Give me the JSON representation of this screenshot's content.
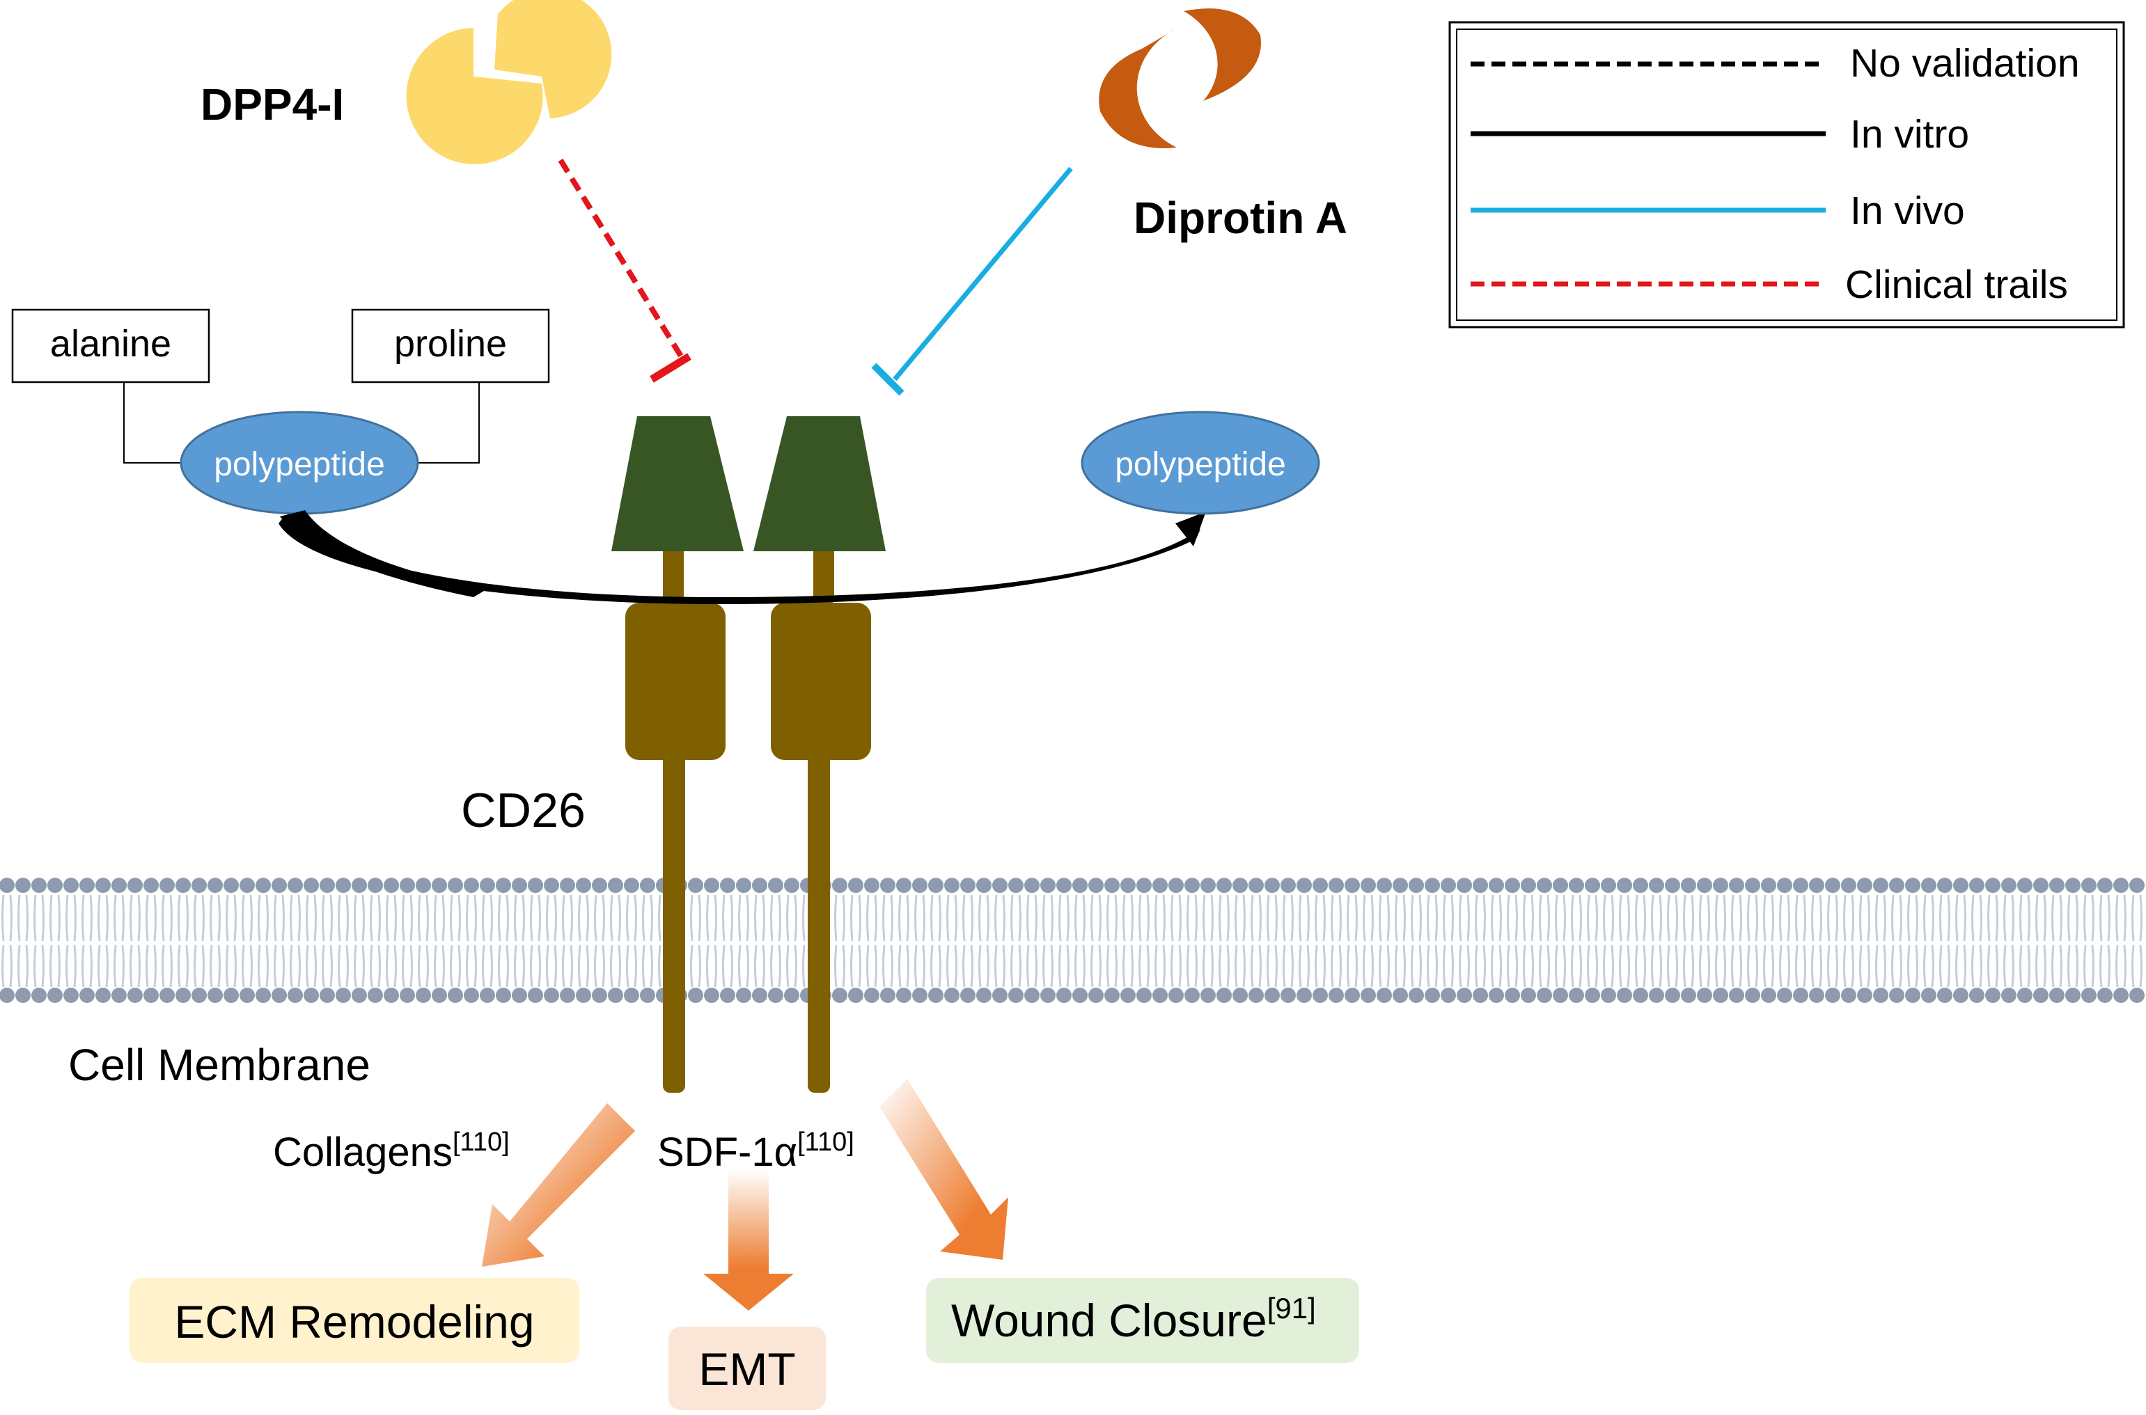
{
  "legend": {
    "items": [
      {
        "label": "No validation",
        "color": "#000000",
        "style": "dashed"
      },
      {
        "label": "In vitro",
        "color": "#000000",
        "style": "solid"
      },
      {
        "label": "In vivo",
        "color": "#1aade2",
        "style": "solid"
      },
      {
        "label": "Clinical trails",
        "color": "#e3161b",
        "style": "dashed"
      }
    ]
  },
  "inhibitors": {
    "dpp4i": {
      "label": "DPP4-I",
      "color": "#fdd96b"
    },
    "diprotin": {
      "label": "Diprotin A",
      "color": "#c55a11"
    }
  },
  "substrate": {
    "residue_1": "alanine",
    "residue_2": "proline",
    "input_label": "polypeptide",
    "output_label": "polypeptide",
    "ellipse_color": "#5b9bd5"
  },
  "receptor": {
    "label": "CD26",
    "head_color": "#375623",
    "body_color": "#7f6000"
  },
  "membrane": {
    "label": "Cell Membrane",
    "head_color": "#8e9aae",
    "tail_color": "#c5cdd9"
  },
  "mediators": {
    "collagens": {
      "text": "Collagens",
      "ref": "[110]"
    },
    "sdf": {
      "text": "SDF-1α",
      "ref": "[110]"
    }
  },
  "outcomes": {
    "ecm": {
      "text": "ECM Remodeling",
      "fill": "#fff2cc"
    },
    "emt": {
      "text": "EMT",
      "fill": "#fbe5d6"
    },
    "wound": {
      "text": "Wound Closure",
      "ref": "[91]",
      "fill": "#e2f0d9"
    }
  },
  "arrow_color": "#ed7d31"
}
